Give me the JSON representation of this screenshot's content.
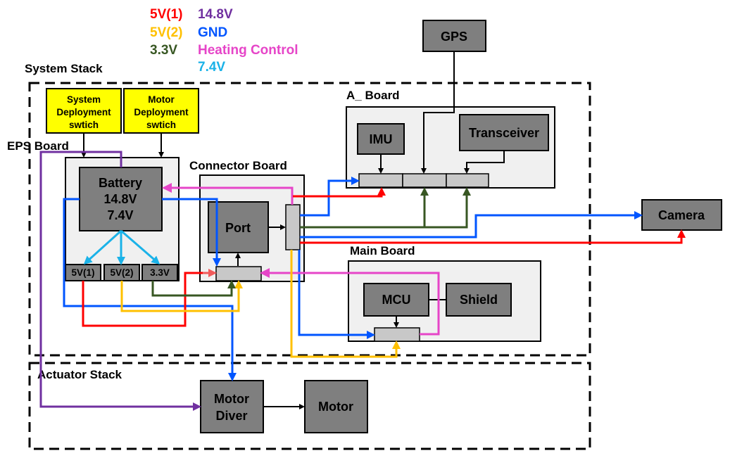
{
  "legend": {
    "items": [
      {
        "label": "5V(1)",
        "color": "#ff0000"
      },
      {
        "label": "5V(2)",
        "color": "#ffc000"
      },
      {
        "label": "3.3V",
        "color": "#385723"
      },
      {
        "label": "14.8V",
        "color": "#7030a0"
      },
      {
        "label": "GND",
        "color": "#0055ff"
      },
      {
        "label": "Heating Control",
        "color": "#e645c8"
      },
      {
        "label": "7.4V",
        "color": "#1ab2e8"
      }
    ]
  },
  "groups": {
    "system_stack": "System Stack",
    "actuator_stack": "Actuator Stack",
    "eps_board": "EPS Board",
    "connector_board": "Connector Board",
    "a_board": "A_ Board",
    "main_board": "Main Board"
  },
  "switches": {
    "system": [
      "System",
      "Deployment",
      "swtich"
    ],
    "motor": [
      "Motor",
      "Deployment",
      "swtich"
    ]
  },
  "nodes": {
    "battery": [
      "Battery",
      "14.8V",
      "7.4V"
    ],
    "reg_5v1": "5V(1)",
    "reg_5v2": "5V(2)",
    "reg_3v3": "3.3V",
    "port": "Port",
    "imu": "IMU",
    "transceiver": "Transceiver",
    "gps": "GPS",
    "camera": "Camera",
    "mcu": "MCU",
    "shield": "Shield",
    "motor_driver": [
      "Motor",
      "Diver"
    ],
    "motor": "Motor"
  },
  "colors": {
    "node_fill": "#7f7f7f",
    "board_fill": "#f0f0f0",
    "connector_fill": "#c8c8c8",
    "switch_fill": "#ffff00"
  }
}
